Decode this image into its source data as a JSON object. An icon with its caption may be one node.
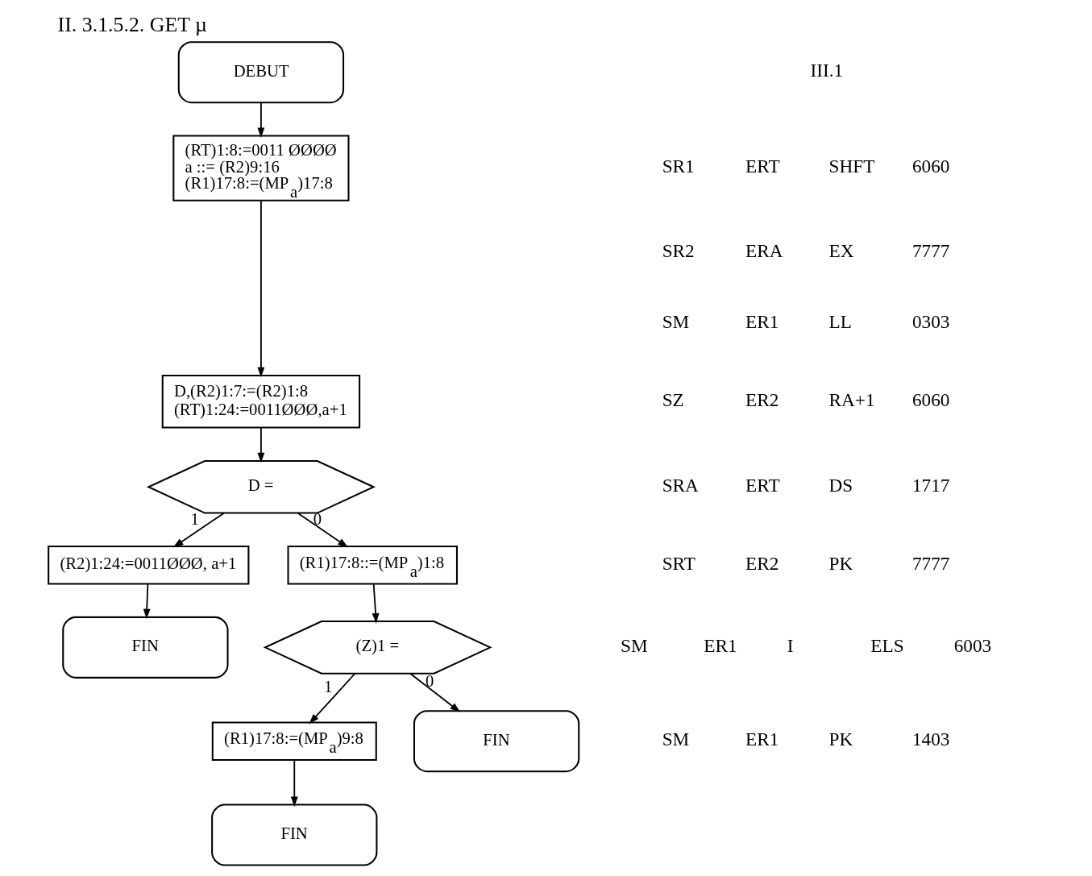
{
  "diagram": {
    "title": "II. 3.1.5.2. GET µ",
    "nodes": [
      {
        "text": [
          "DEBUT"
        ]
      },
      {
        "text": [
          "(RT)1:8:=0011 ØØØØ",
          "a ::= (R2)9:16",
          "(R1)17:8:=(MP$_{a}$)17:8"
        ]
      },
      {
        "text": [
          "D,(R2)1:7:=(R2)1:8",
          "(RT)1:24:=0011ØØØ,a+1"
        ]
      },
      {
        "text": [
          "D ="
        ]
      },
      {
        "text": [
          "(R2)1:24:=0011ØØØ, a+1"
        ]
      },
      {
        "text": [
          "FIN"
        ]
      },
      {
        "text": [
          "(R1)17:8::=(MP$_{a}$)1:8"
        ]
      },
      {
        "text": [
          "(Z)1 ="
        ]
      },
      {
        "text": [
          "(R1)17:8:=(MP$_{a}$)9:8"
        ]
      },
      {
        "text": [
          "FIN"
        ]
      },
      {
        "text": [
          "FIN"
        ]
      }
    ],
    "edges": [
      {
        "from": 0,
        "to": 1,
        "arrow": "to"
      },
      {
        "from": 1,
        "to": 2,
        "arrow": "to"
      },
      {
        "from": 2,
        "to": 3,
        "arrow": "to"
      },
      {
        "from": 3,
        "to": 4,
        "arrow": "to",
        "label": "1"
      },
      {
        "from": 4,
        "to": 5,
        "arrow": "to"
      },
      {
        "from": 3,
        "to": 6,
        "arrow": "to",
        "label": "0"
      },
      {
        "from": 6,
        "to": 7,
        "arrow": "to"
      },
      {
        "from": 7,
        "to": 8,
        "arrow": "to",
        "label": "1"
      },
      {
        "from": 8,
        "to": 9,
        "arrow": "to"
      },
      {
        "from": 7,
        "to": 10,
        "arrow": "to",
        "label": "0"
      }
    ],
    "labels": [
      "III.1",
      "SR1",
      "ERT",
      "SHFT",
      "6060",
      "SR2",
      "ERA",
      "EX",
      "7777",
      "SM",
      "ER1",
      "LL",
      "0303",
      "SZ",
      "ER2",
      "RA+1",
      "6060",
      "SRA",
      "ERT",
      "DS",
      "1717",
      "SRT",
      "ER2",
      "PK",
      "7777",
      "SM",
      "ER1",
      "I",
      "ELS",
      "6003",
      "SM",
      "ER1",
      "PK",
      "1403"
    ]
  }
}
